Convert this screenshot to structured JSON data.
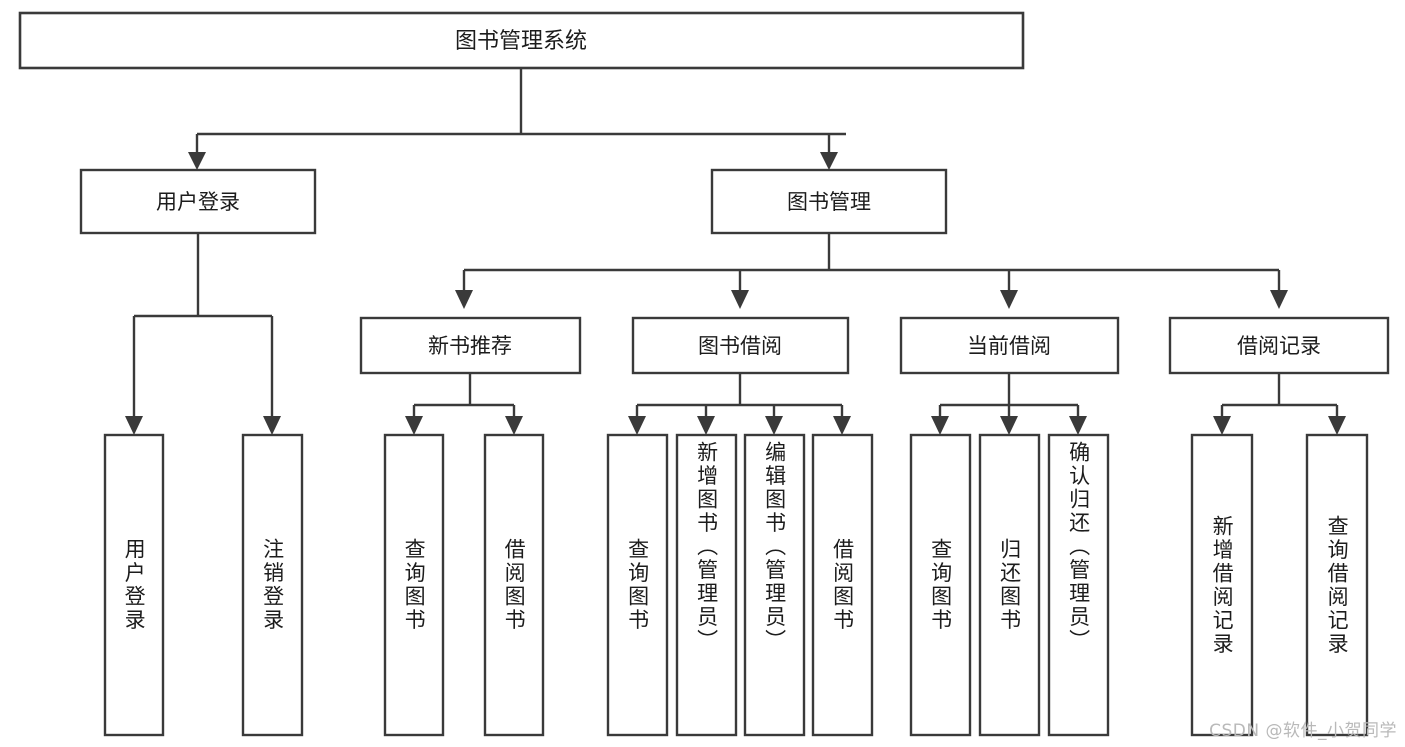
{
  "diagram": {
    "type": "tree",
    "title": "图书管理系统",
    "watermark": "CSDN @软件_小贺同学",
    "colors": {
      "stroke": "#3a3a3a",
      "fill": "#ffffff",
      "text": "#1c1c1c",
      "watermark": "#b9b9b9",
      "background": "#ffffff"
    },
    "root": {
      "label": "图书管理系统",
      "orientation": "horizontal"
    },
    "level2": [
      {
        "label": "用户登录",
        "orientation": "horizontal"
      },
      {
        "label": "图书管理",
        "orientation": "horizontal"
      }
    ],
    "level3": [
      {
        "label": "新书推荐",
        "orientation": "horizontal"
      },
      {
        "label": "图书借阅",
        "orientation": "horizontal"
      },
      {
        "label": "当前借阅",
        "orientation": "horizontal"
      },
      {
        "label": "借阅记录",
        "orientation": "horizontal"
      }
    ],
    "leaves": {
      "user_login": [
        {
          "label": "用户登录",
          "orientation": "vertical"
        },
        {
          "label": "注销登录",
          "orientation": "vertical"
        }
      ],
      "new_book_recommend": [
        {
          "label": "查询图书",
          "orientation": "vertical"
        },
        {
          "label": "借阅图书",
          "orientation": "vertical"
        }
      ],
      "book_borrow": [
        {
          "label": "查询图书",
          "orientation": "vertical"
        },
        {
          "label": "新增图书（管理员）",
          "orientation": "vertical"
        },
        {
          "label": "编辑图书（管理员）",
          "orientation": "vertical"
        },
        {
          "label": "借阅图书",
          "orientation": "vertical"
        }
      ],
      "current_borrow": [
        {
          "label": "查询图书",
          "orientation": "vertical"
        },
        {
          "label": "归还图书",
          "orientation": "vertical"
        },
        {
          "label": "确认归还（管理员）",
          "orientation": "vertical"
        }
      ],
      "borrow_record": [
        {
          "label": "新增借阅记录",
          "orientation": "vertical"
        },
        {
          "label": "查询借阅记录",
          "orientation": "vertical"
        }
      ]
    }
  }
}
